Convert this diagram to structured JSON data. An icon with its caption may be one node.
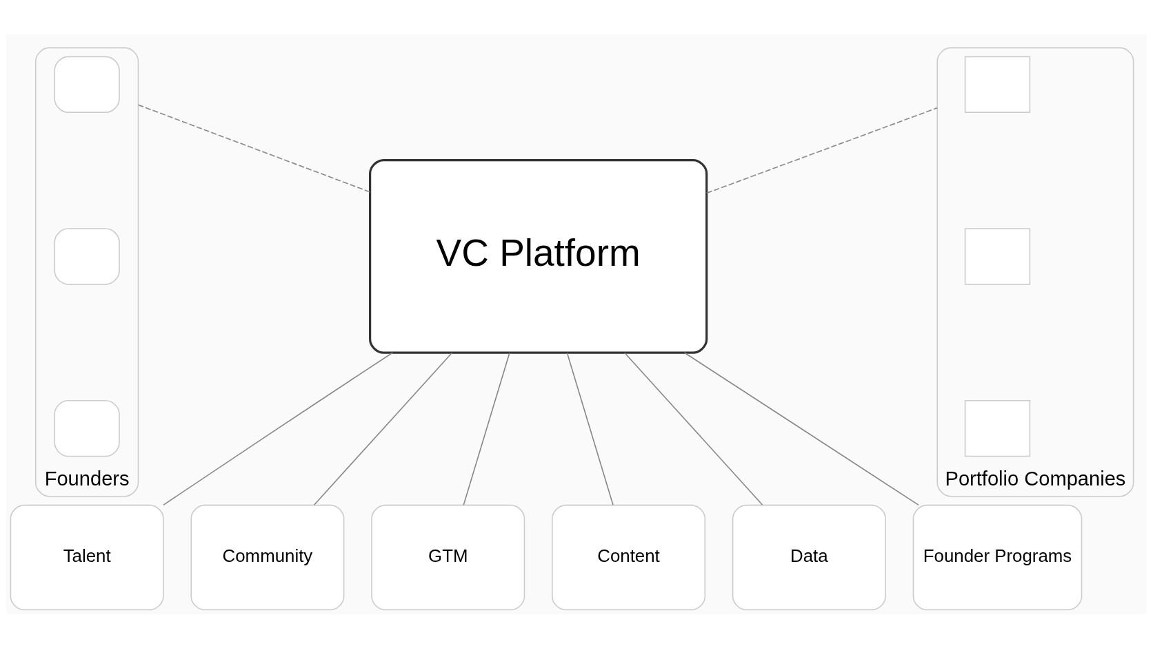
{
  "diagram": {
    "nodes": [
      {
        "text": [
          "Founders"
        ]
      },
      {
        "text": [],
        "shape": "person",
        "in": 0
      },
      {
        "text": [],
        "shape": "person",
        "in": 0
      },
      {
        "text": [],
        "shape": "person",
        "in": 0
      },
      {
        "text": [
          "VC Platform"
        ]
      },
      {
        "text": [
          "Portfolio Companies"
        ]
      },
      {
        "text": [],
        "shape": "building",
        "in": 5
      },
      {
        "text": [],
        "shape": "building",
        "in": 5
      },
      {
        "text": [],
        "shape": "building",
        "in": 5
      },
      {
        "text": [
          "Talent"
        ]
      },
      {
        "text": [
          "Community"
        ]
      },
      {
        "text": [
          "GTM"
        ]
      },
      {
        "text": [
          "Content"
        ]
      },
      {
        "text": [
          "Data"
        ]
      },
      {
        "text": [
          "Founder Programs"
        ]
      }
    ],
    "edges": [
      {
        "from": 0,
        "to": 4,
        "arrow": "none",
        "style": "dashed"
      },
      {
        "from": 4,
        "to": 5,
        "arrow": "none",
        "style": "dashed"
      },
      {
        "from": 4,
        "to": 9,
        "arrow": "none"
      },
      {
        "from": 4,
        "to": 10,
        "arrow": "none"
      },
      {
        "from": 4,
        "to": 11,
        "arrow": "none"
      },
      {
        "from": 4,
        "to": 12,
        "arrow": "none"
      },
      {
        "from": 4,
        "to": 13,
        "arrow": "none"
      },
      {
        "from": 4,
        "to": 14,
        "arrow": "none"
      }
    ]
  }
}
